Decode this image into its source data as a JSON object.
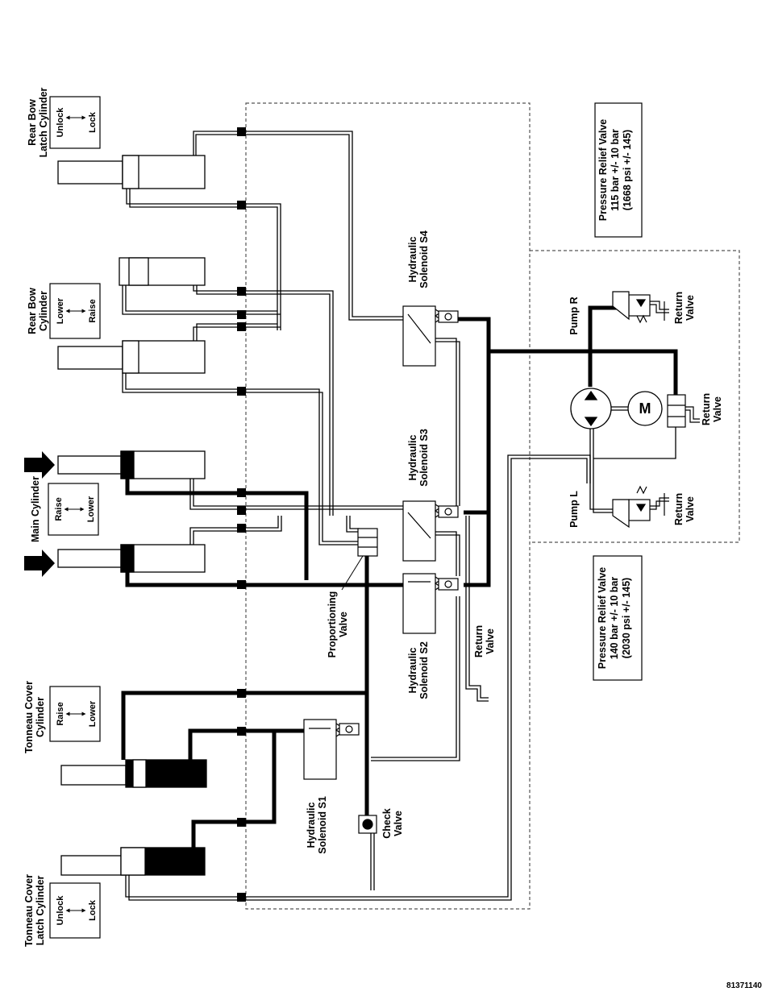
{
  "cylinders": {
    "rear_bow_latch": {
      "title": [
        "Rear Bow",
        "Latch Cylinder"
      ],
      "box": [
        "Unlock",
        "Lock"
      ]
    },
    "rear_bow": {
      "title": [
        "Rear Bow",
        "Cylinder"
      ],
      "box": [
        "Lower",
        "Raise"
      ]
    },
    "main": {
      "title": [
        "Main Cylinder"
      ],
      "box": [
        "Raise",
        "Lower"
      ]
    },
    "tonneau_cover": {
      "title": [
        "Tonneau Cover",
        "Cylinder"
      ],
      "box": [
        "Raise",
        "Lower"
      ]
    },
    "tonneau_latch": {
      "title": [
        "Tonneau Cover",
        "Latch Cylinder"
      ],
      "box": [
        "Unlock",
        "Lock"
      ]
    }
  },
  "valves": {
    "s1": [
      "Hydraulic",
      "Solenoid S1"
    ],
    "s2": [
      "Hydraulic",
      "Solenoid S2"
    ],
    "s3": [
      "Hydraulic",
      "Solenoid S3"
    ],
    "s4": [
      "Hydraulic",
      "Solenoid S4"
    ],
    "proportioning": [
      "Proportioning",
      "Valve"
    ],
    "check": [
      "Check",
      "Valve"
    ],
    "return_center": [
      "Return",
      "Valve"
    ]
  },
  "pump_unit": {
    "pump_r": "Pump R",
    "pump_l": "Pump L",
    "motor": "M",
    "return_valve": [
      "Return",
      "Valve"
    ]
  },
  "relief_valves": {
    "upper": [
      "Pressure Relief Valve",
      "115 bar +/- 10 bar",
      "(1668 psi +/- 145)"
    ],
    "lower": [
      "Pressure Relief Valve",
      "140 bar +/- 10 bar",
      "(2030 psi +/- 145)"
    ]
  },
  "figure_number": "81371140"
}
